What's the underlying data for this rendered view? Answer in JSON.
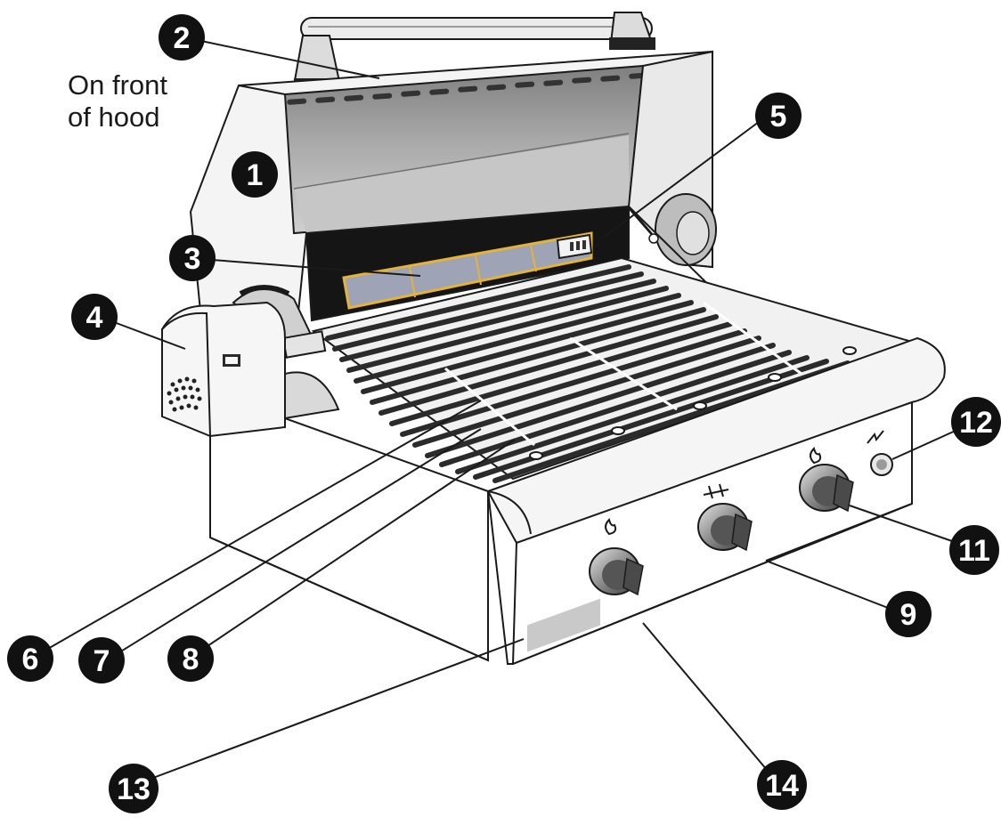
{
  "annotation": {
    "line1": "On front",
    "line2": "of hood"
  },
  "callouts": [
    "1",
    "2",
    "3",
    "4",
    "5",
    "6",
    "7",
    "8",
    "9",
    "11",
    "12",
    "13",
    "14"
  ],
  "colors": {
    "callout_fill": "#111111",
    "callout_text": "#ffffff",
    "outline": "#1a1a1a",
    "hood_inner_light": "#d4d4d4",
    "hood_inner_dark": "#8e8e8e",
    "infrared_panel": "#9ea4b6",
    "infrared_trim": "#e3b33a",
    "grate": "#2b2b2b"
  },
  "icons": {
    "burner": "flame-icon",
    "infrared": "double-arrow-icon",
    "ignition": "lightning-icon"
  }
}
